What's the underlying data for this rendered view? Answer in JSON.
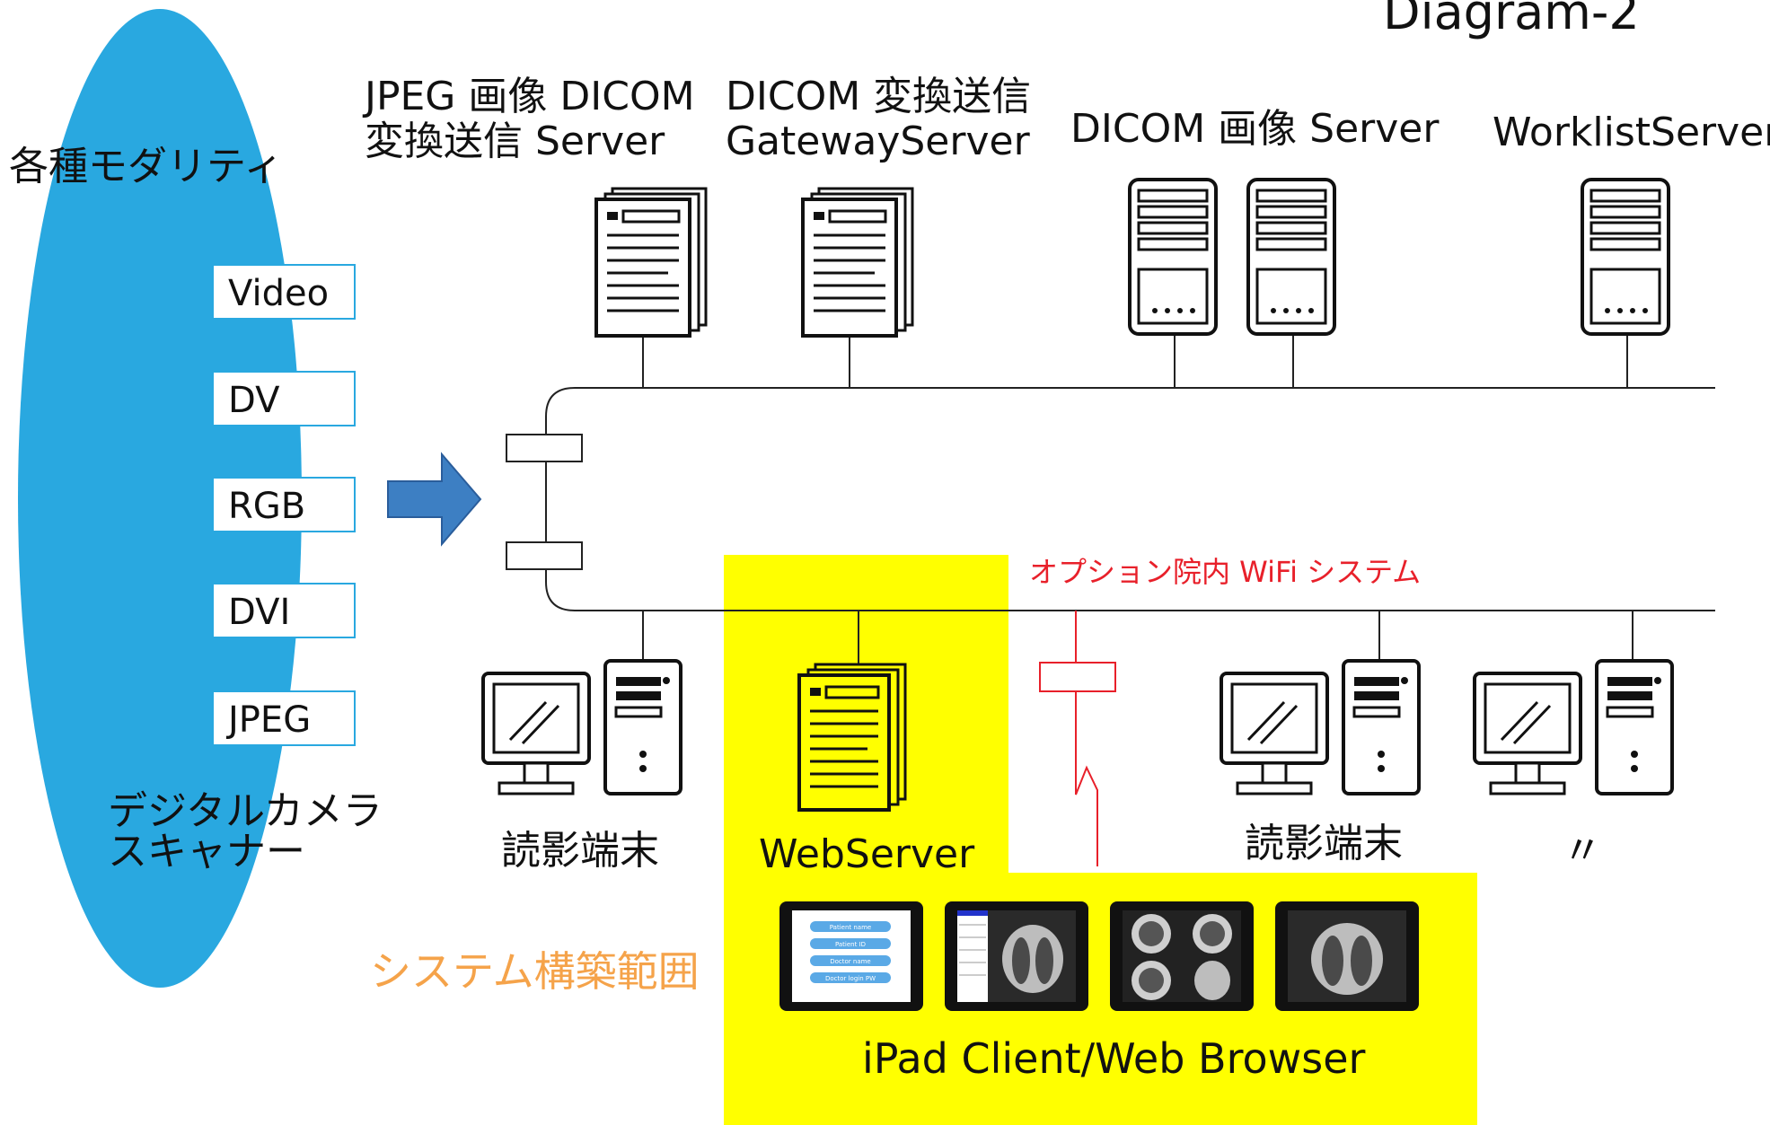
{
  "title": "Diagram-2",
  "modality": {
    "heading": "各種モダリティ",
    "inputs": [
      "Video",
      "DV",
      "RGB",
      "DVI",
      "JPEG"
    ],
    "footer_line1": "デジタルカメラ",
    "footer_line2": "スキャナー"
  },
  "servers": {
    "jpeg_dicom_line1": "JPEG 画像 DICOM",
    "jpeg_dicom_line2": "変換送信 Server",
    "gateway_line1": "DICOM 変換送信",
    "gateway_line2": "GatewayServer",
    "dicom_image": "DICOM 画像 Server",
    "worklist": "WorklistServer"
  },
  "terminals": {
    "reading1": "読影端末",
    "webserver": "WebServer",
    "reading2": "読影端末",
    "ditto": "〃"
  },
  "wifi_label": "オプション院内 WiFi システム",
  "scope_label": "システム構築範囲",
  "client_label": "iPad Client/Web Browser",
  "ipad_login_fields": [
    "Patient name",
    "Patient ID",
    "Doctor name",
    "Doctor login PW"
  ],
  "colors": {
    "modality_ellipse": "#29a8e0",
    "highlight": "#ffff00",
    "arrow": "#3d7fc3",
    "wifi": "#e8202a",
    "scope_text": "#f5a34a",
    "label_border": "#29a8e0"
  }
}
